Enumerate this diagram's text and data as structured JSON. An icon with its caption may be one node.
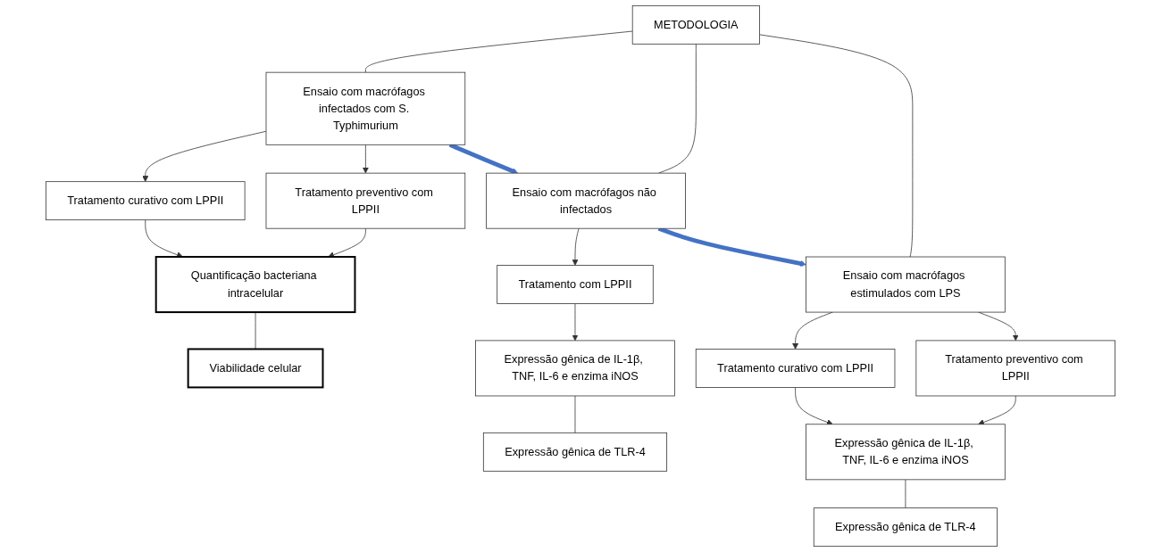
{
  "diagram": {
    "nodes": [
      {
        "text": [
          "METODOLOGIA"
        ]
      },
      {
        "text": [
          "Ensaio com macrófagos infectados com S. Typhimurium"
        ]
      },
      {
        "text": [
          "Ensaio com macrófagos não infectados"
        ]
      },
      {
        "text": [
          "Ensaio com macrófagos estimulados com LPS"
        ]
      },
      {
        "text": [
          "Tratamento preventivo com LPPII"
        ]
      },
      {
        "text": [
          "Tratamento curativo com LPPII"
        ]
      },
      {
        "text": [
          "Quantificação bacteriana intracelular"
        ]
      },
      {
        "text": [
          "Viabilidade celular"
        ]
      },
      {
        "text": [
          "Tratamento com LPPII"
        ]
      },
      {
        "text": [
          "Expressão gênica de IL-1β, TNF, IL-6 e enzima iNOS"
        ]
      },
      {
        "text": [
          "Expressão gênica de TLR-4"
        ]
      },
      {
        "text": [
          "Tratamento preventivo com LPPII"
        ]
      },
      {
        "text": [
          "Tratamento curativo com LPPII"
        ]
      },
      {
        "text": [
          "Expressão gênica de IL-1β, TNF, IL-6 e enzima iNOS"
        ]
      },
      {
        "text": [
          "Expressão gênica de TLR-4"
        ]
      }
    ],
    "edges": [
      {
        "from": 0,
        "to": 1,
        "arrow": "none"
      },
      {
        "from": 0,
        "to": 2,
        "arrow": "none"
      },
      {
        "from": 0,
        "to": 3,
        "arrow": "none"
      },
      {
        "from": 1,
        "to": 2,
        "arrow": "to",
        "style": "thick",
        "color": "#4472c4"
      },
      {
        "from": 2,
        "to": 3,
        "arrow": "to",
        "style": "thick",
        "color": "#4472c4"
      },
      {
        "from": 1,
        "to": 4,
        "arrow": "to"
      },
      {
        "from": 1,
        "to": 5,
        "arrow": "to"
      },
      {
        "from": 4,
        "to": 6,
        "arrow": "to"
      },
      {
        "from": 5,
        "to": 6,
        "arrow": "to"
      },
      {
        "from": 6,
        "to": 7,
        "arrow": "none"
      },
      {
        "from": 2,
        "to": 8,
        "arrow": "to"
      },
      {
        "from": 8,
        "to": 9,
        "arrow": "to"
      },
      {
        "from": 9,
        "to": 10,
        "arrow": "none"
      },
      {
        "from": 3,
        "to": 11,
        "arrow": "to"
      },
      {
        "from": 3,
        "to": 12,
        "arrow": "to"
      },
      {
        "from": 11,
        "to": 13,
        "arrow": "to"
      },
      {
        "from": 12,
        "to": 13,
        "arrow": "to"
      },
      {
        "from": 13,
        "to": 14,
        "arrow": "none"
      }
    ]
  }
}
